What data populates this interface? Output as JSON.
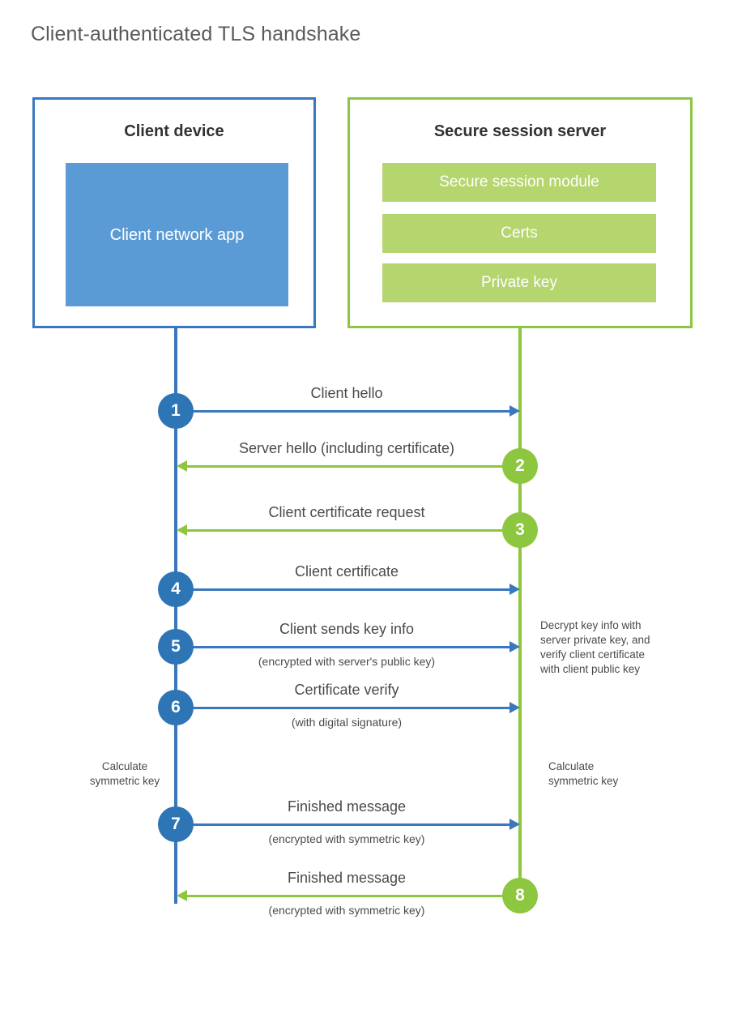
{
  "title": "Client-authenticated TLS handshake",
  "colors": {
    "client_blue": "#3A77BE",
    "client_app_blue": "#5B9BD5",
    "client_circle_blue": "#2E75B6",
    "server_green": "#8DC63F",
    "server_bar_green": "#B5D56F",
    "text": "#4a4a4a",
    "title_text": "#5a5a5a"
  },
  "client": {
    "title": "Client device",
    "app_label": "Client network app"
  },
  "server": {
    "title": "Secure session server",
    "components": [
      "Secure session module",
      "Certs",
      "Private key"
    ]
  },
  "steps": [
    {
      "number": "1",
      "label": "Client hello",
      "sublabel": "",
      "direction": "client-to-server",
      "side": "client"
    },
    {
      "number": "2",
      "label": "Server hello (including certificate)",
      "sublabel": "",
      "direction": "server-to-client",
      "side": "server"
    },
    {
      "number": "3",
      "label": "Client certificate request",
      "sublabel": "",
      "direction": "server-to-client",
      "side": "server"
    },
    {
      "number": "4",
      "label": "Client certificate",
      "sublabel": "",
      "direction": "client-to-server",
      "side": "client"
    },
    {
      "number": "5",
      "label": "Client sends key info",
      "sublabel": "(encrypted with server's public key)",
      "direction": "client-to-server",
      "side": "client"
    },
    {
      "number": "6",
      "label": "Certificate verify",
      "sublabel": "(with digital signature)",
      "direction": "client-to-server",
      "side": "client"
    },
    {
      "number": "7",
      "label": "Finished message",
      "sublabel": "(encrypted with symmetric key)",
      "direction": "client-to-server",
      "side": "client"
    },
    {
      "number": "8",
      "label": "Finished message",
      "sublabel": "(encrypted with symmetric key)",
      "direction": "server-to-client",
      "side": "server"
    }
  ],
  "notes": {
    "server_decrypt": [
      "Decrypt key info with",
      "server private key, and",
      "verify client certificate",
      "with client public key"
    ],
    "client_calculate": [
      "Calculate",
      "symmetric key"
    ],
    "server_calculate": [
      "Calculate",
      "symmetric key"
    ]
  }
}
